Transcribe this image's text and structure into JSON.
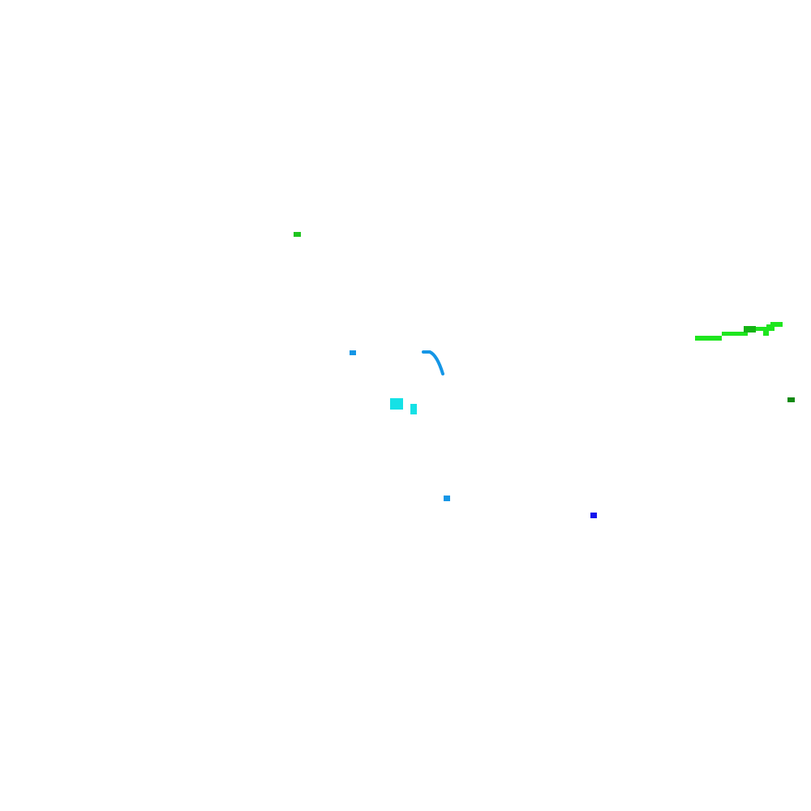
{
  "map": {
    "background": "#ffffff",
    "features": [
      {
        "kind": "segment",
        "color": "#1ec41e"
      },
      {
        "kind": "segment",
        "color": "#1596e6"
      },
      {
        "kind": "arc",
        "color": "#1596e6"
      },
      {
        "kind": "block",
        "color": "#15e1e6"
      },
      {
        "kind": "block",
        "color": "#15e1e6"
      },
      {
        "kind": "segment",
        "color": "#1596e6"
      },
      {
        "kind": "segment",
        "color": "#1414ee"
      },
      {
        "kind": "path",
        "color": "#1ee61e"
      },
      {
        "kind": "segment",
        "color": "#14b414"
      },
      {
        "kind": "segment",
        "color": "#128a12"
      }
    ]
  }
}
